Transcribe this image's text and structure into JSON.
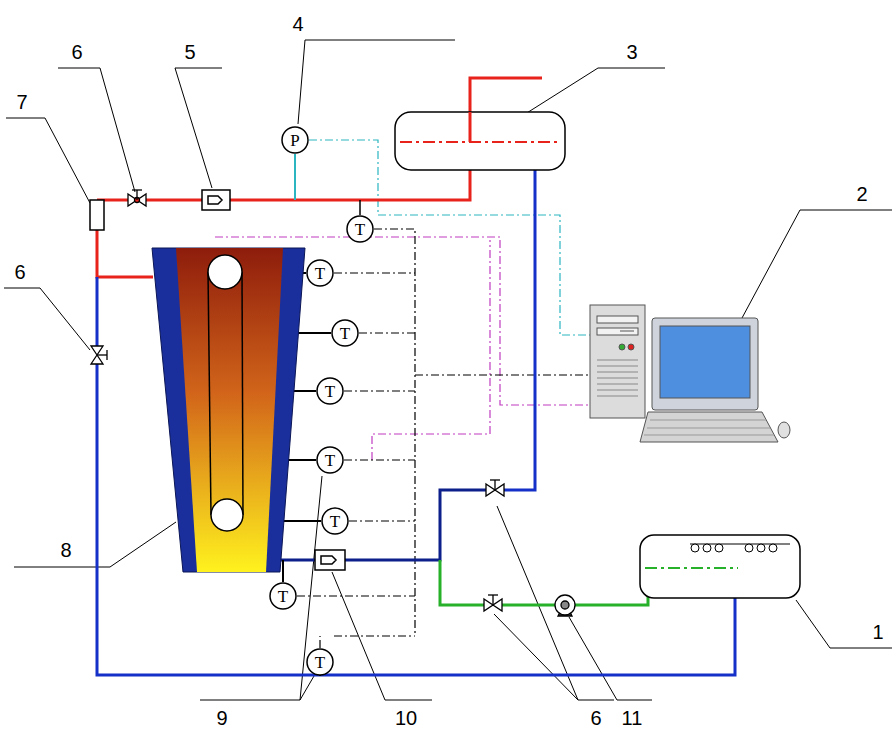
{
  "diagram": {
    "nodes": [
      {
        "text": [
          "P"
        ]
      },
      {
        "text": [
          "T"
        ]
      },
      {
        "text": [
          "T"
        ]
      },
      {
        "text": [
          "T"
        ]
      },
      {
        "text": [
          "T"
        ]
      },
      {
        "text": [
          "T"
        ]
      },
      {
        "text": [
          "T"
        ]
      },
      {
        "text": [
          "T"
        ]
      },
      {
        "text": [
          "T"
        ]
      }
    ],
    "labels": [
      "4",
      "3",
      "6",
      "5",
      "7",
      "2",
      "6",
      "8",
      "1",
      "9",
      "10",
      "6",
      "11"
    ]
  }
}
